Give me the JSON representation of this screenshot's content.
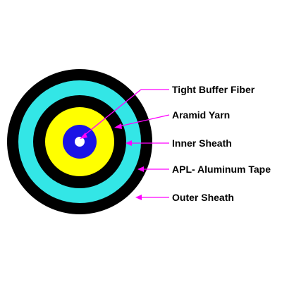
{
  "diagram": {
    "layers": [
      {
        "name": "outer-sheath",
        "color": "#000000"
      },
      {
        "name": "apl-layer",
        "color": "#33e6e6"
      },
      {
        "name": "inner-sheath",
        "color": "#000000"
      },
      {
        "name": "aramid-yarn",
        "color": "#ffff00"
      },
      {
        "name": "buffer-tube",
        "color": "#1a14e6"
      },
      {
        "name": "fiber-core",
        "color": "#ffffff"
      }
    ],
    "leader_color": "#ff00ff",
    "labels": [
      {
        "text": "Tight Buffer Fiber"
      },
      {
        "text": "Aramid Yarn"
      },
      {
        "text": "Inner Sheath"
      },
      {
        "text": "APL- Aluminum Tape"
      },
      {
        "text": "Outer Sheath"
      }
    ]
  }
}
